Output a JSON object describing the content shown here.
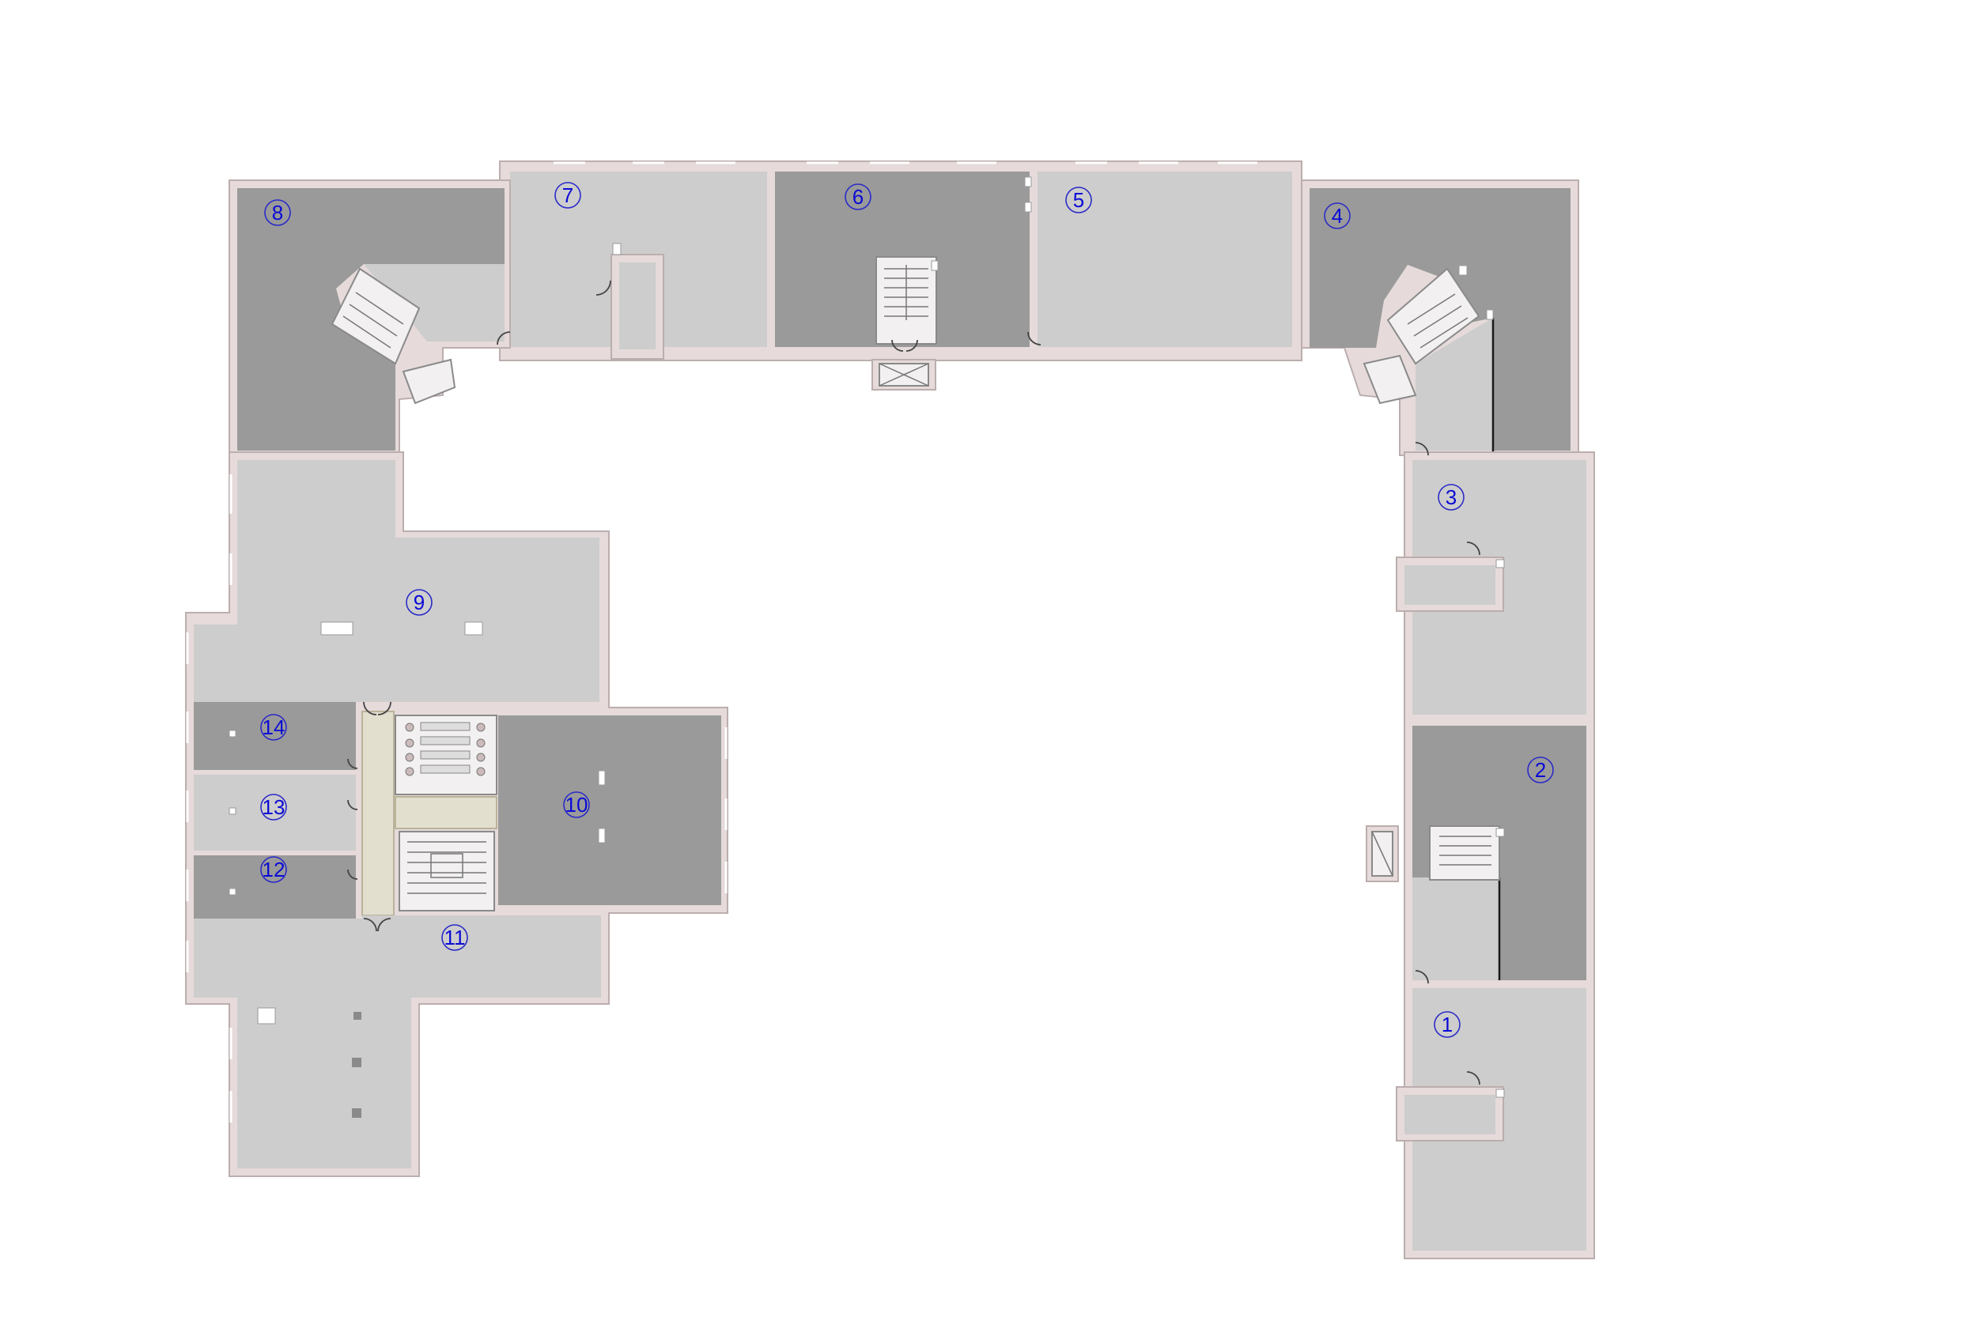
{
  "rooms": [
    {
      "number": "1",
      "tone": "light"
    },
    {
      "number": "2",
      "tone": "dark"
    },
    {
      "number": "3",
      "tone": "light"
    },
    {
      "number": "4",
      "tone": "dark"
    },
    {
      "number": "5",
      "tone": "light"
    },
    {
      "number": "6",
      "tone": "dark"
    },
    {
      "number": "7",
      "tone": "light"
    },
    {
      "number": "8",
      "tone": "dark"
    },
    {
      "number": "9",
      "tone": "light"
    },
    {
      "number": "10",
      "tone": "dark"
    },
    {
      "number": "11",
      "tone": "light"
    },
    {
      "number": "12",
      "tone": "dark"
    },
    {
      "number": "13",
      "tone": "light"
    },
    {
      "number": "14",
      "tone": "dark"
    }
  ],
  "colors": {
    "dark_room": "#9a9a9a",
    "light_room": "#cdcdcd",
    "wall": "#e6dada",
    "marker": "#0a0ad6",
    "sanitary_core": "#e3dfcf"
  }
}
